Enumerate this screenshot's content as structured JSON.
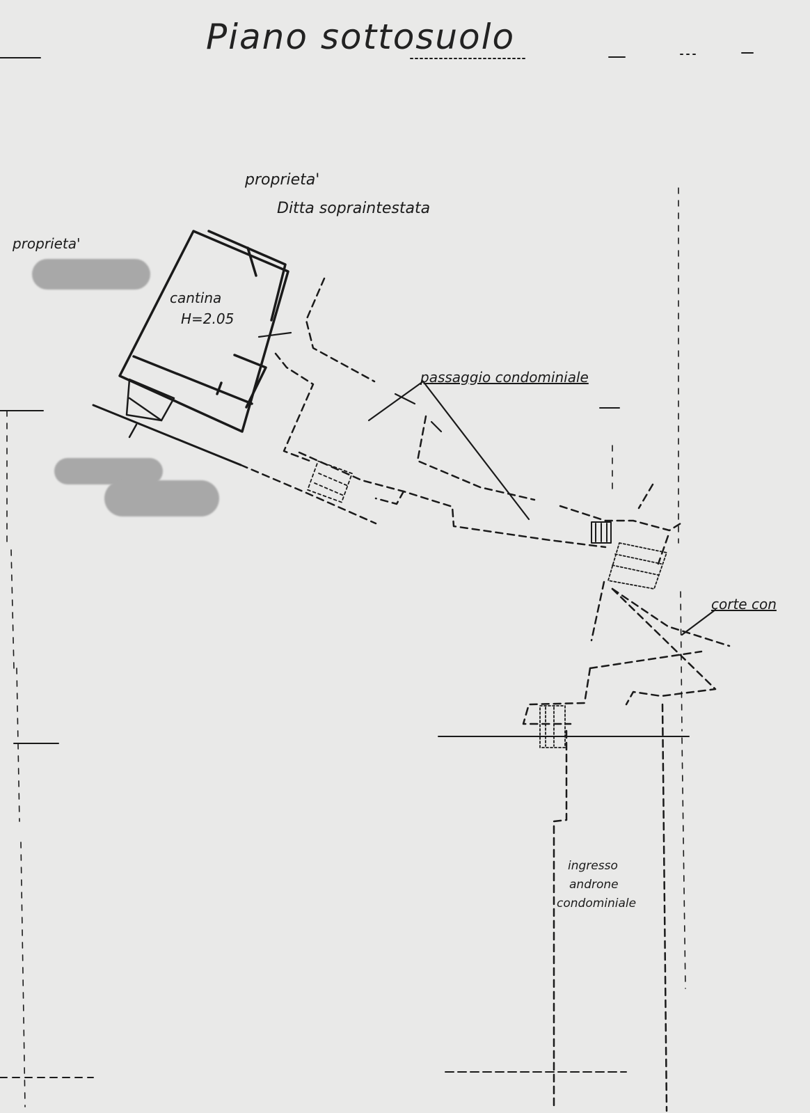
{
  "title": "Piano sottosuolo",
  "labels": {
    "owner_top_line1": "proprieta'",
    "owner_top_line2": "Ditta sopraintestata",
    "owner_left": "proprieta'",
    "room_name": "cantina",
    "room_height": "H=2.05",
    "passage": "passaggio condominiale",
    "court": "corte con",
    "entry_line1": "ingresso",
    "entry_line2": "androne",
    "entry_line3": "condominiale"
  },
  "colors": {
    "paper": "#e9e9e8",
    "ink": "#1a1a1a",
    "redaction": "#a8a8a8"
  }
}
